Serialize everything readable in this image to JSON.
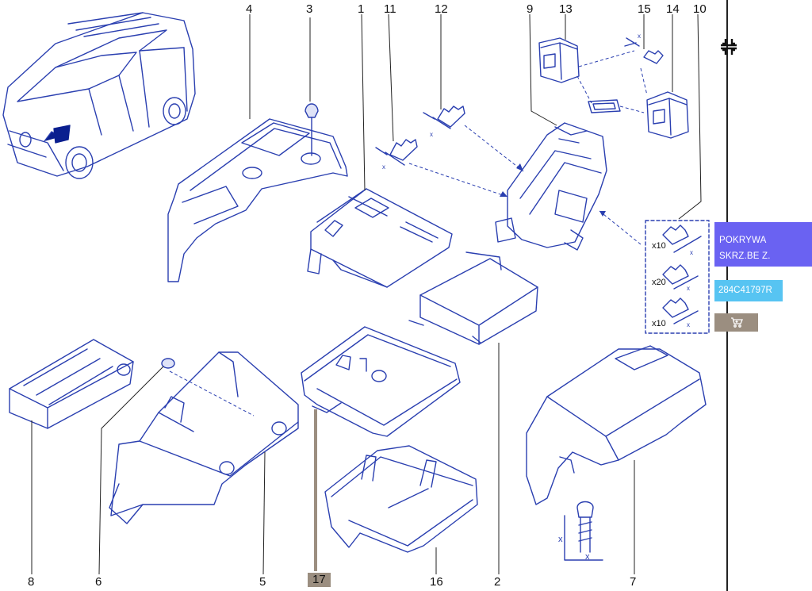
{
  "diagram": {
    "callouts": [
      "1",
      "2",
      "3",
      "4",
      "5",
      "6",
      "7",
      "8",
      "9",
      "10",
      "11",
      "12",
      "13",
      "14",
      "15",
      "16",
      "17"
    ],
    "highlighted_callout": "17",
    "quantities": [
      "x10",
      "x20",
      "x10"
    ],
    "dimension_marks": [
      "x",
      "x",
      "x",
      "x",
      "x",
      "x",
      "x",
      "x",
      "x"
    ]
  },
  "sidebar": {
    "part_name": "POKRYWA SKRZ.BE Z.",
    "part_reference": "284C41797R",
    "icons": [
      "shrink-icon",
      "cart-icon"
    ]
  },
  "colors": {
    "line": "#2a3fb0",
    "panel_name": "#6a62f2",
    "panel_ref": "#57c4f2",
    "highlight": "#9b8e80"
  }
}
